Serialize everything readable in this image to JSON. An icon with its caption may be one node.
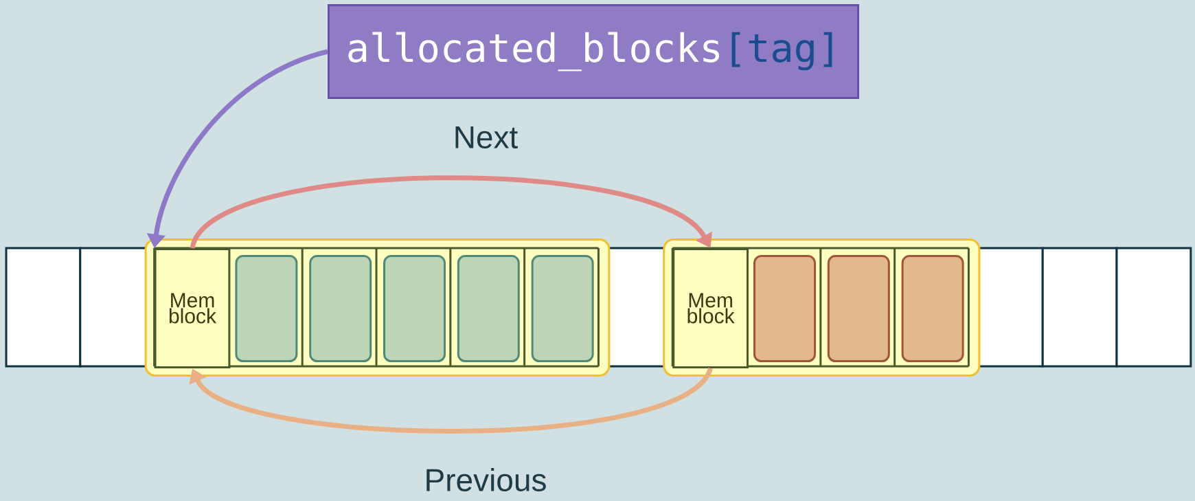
{
  "diagram": {
    "nodes": [
      {
        "text": [
          "allocated_blocks",
          "[tag]"
        ]
      },
      {
        "text": [],
        "shape": "box"
      },
      {
        "text": [
          "Mem block"
        ],
        "in": 1
      },
      {
        "text": [],
        "shape": "box",
        "in": 1
      },
      {
        "text": [],
        "shape": "box",
        "in": 1
      },
      {
        "text": [],
        "shape": "box",
        "in": 1
      },
      {
        "text": [],
        "shape": "box",
        "in": 1
      },
      {
        "text": [],
        "shape": "box",
        "in": 1
      },
      {
        "text": [],
        "shape": "box"
      },
      {
        "text": [
          "Mem block"
        ],
        "in": 8
      },
      {
        "text": [],
        "shape": "box",
        "in": 8
      },
      {
        "text": [],
        "shape": "box",
        "in": 8
      },
      {
        "text": [],
        "shape": "box",
        "in": 8
      }
    ],
    "edges": [
      {
        "from": 0,
        "to": 2,
        "arrow": "to",
        "color": "#8e78c8"
      },
      {
        "from": 2,
        "to": 9,
        "arrow": "to",
        "label": "Next",
        "color": "#e08a88"
      },
      {
        "from": 9,
        "to": 2,
        "arrow": "to",
        "label": "Previous",
        "color": "#e8b084"
      }
    ]
  }
}
